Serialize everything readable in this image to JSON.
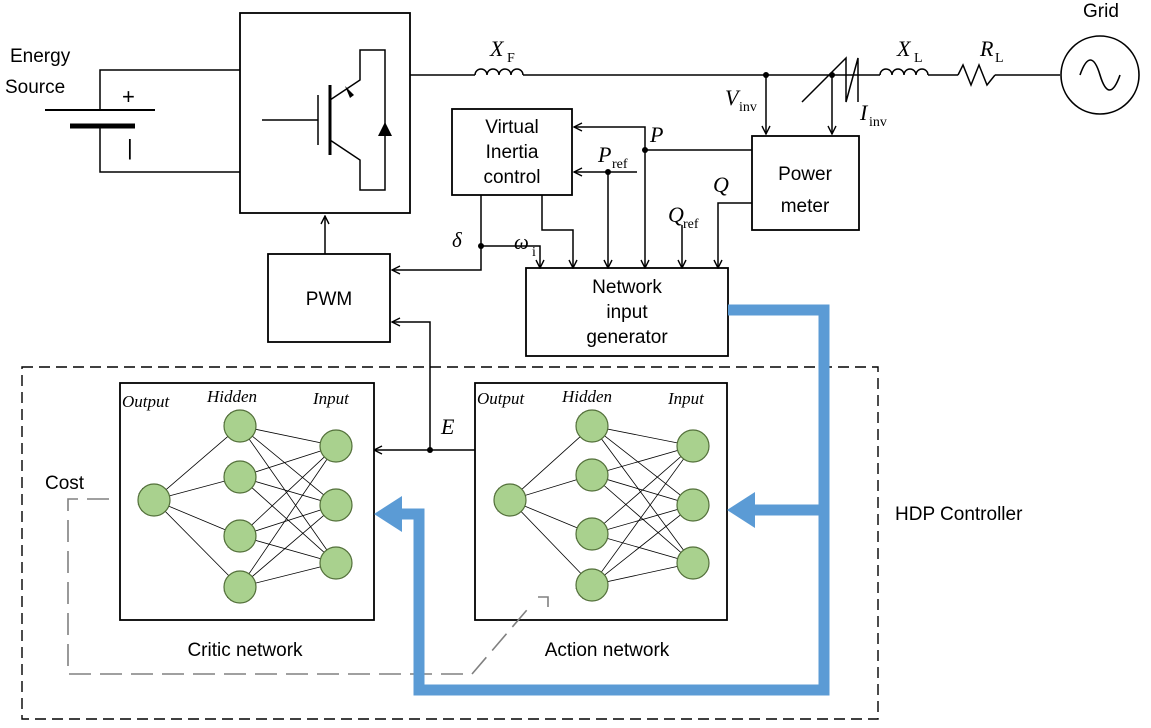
{
  "labels": {
    "energy_source_1": "Energy",
    "energy_source_2": "Source",
    "plus": "+",
    "minus": "|",
    "grid": "Grid",
    "xf": "X",
    "xf_sub": "F",
    "xl": "X",
    "xl_sub": "L",
    "rl": "R",
    "rl_sub": "L",
    "vinv": "V",
    "vinv_sub": "inv",
    "iinv": "I",
    "iinv_sub": "inv",
    "p": "P",
    "pref": "P",
    "pref_sub": "ref",
    "q": "Q",
    "qref": "Q",
    "qref_sub": "ref",
    "delta": "δ",
    "omega": "ω",
    "omega_sub": "i",
    "e": "E",
    "cost": "Cost",
    "hdp_controller": "HDP Controller"
  },
  "blocks": {
    "virtual_inertia": [
      "Virtual",
      "Inertia",
      "control"
    ],
    "power_meter": [
      "Power",
      "meter"
    ],
    "pwm": "PWM",
    "network_input_generator": [
      "Network",
      "input",
      "generator"
    ]
  },
  "networks": {
    "critic": {
      "output": "Output",
      "hidden": "Hidden",
      "input": "Input",
      "caption": "Critic network"
    },
    "action": {
      "output": "Output",
      "hidden": "Hidden",
      "input": "Input",
      "caption": "Action network"
    }
  },
  "colors": {
    "neuron_fill": "#a9d18e",
    "neuron_stroke": "#53703a",
    "feedback_arrow": "#5b9bd5"
  }
}
